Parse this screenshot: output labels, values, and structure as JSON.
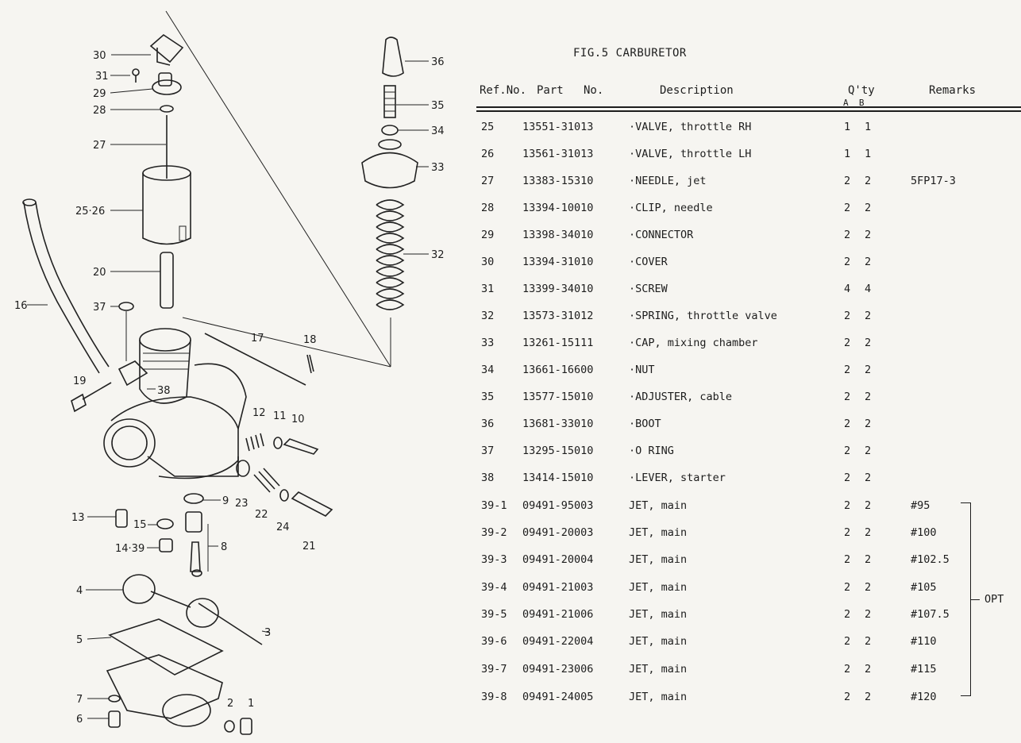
{
  "figure": {
    "title": "FIG.5  CARBURETOR"
  },
  "table": {
    "headers": {
      "ref": "Ref.No.",
      "part": "Part   No.",
      "description": "Description",
      "qty": "Q'ty",
      "qty_sub": "A  B",
      "remarks": "Remarks"
    },
    "rows": [
      {
        "ref": "25",
        "part": "13551-31013",
        "desc": "·VALVE, throttle RH",
        "qa": "1",
        "qb": "1",
        "rem": ""
      },
      {
        "ref": "26",
        "part": "13561-31013",
        "desc": "·VALVE, throttle LH",
        "qa": "1",
        "qb": "1",
        "rem": ""
      },
      {
        "ref": "27",
        "part": "13383-15310",
        "desc": "·NEEDLE, jet",
        "qa": "2",
        "qb": "2",
        "rem": "5FP17-3"
      },
      {
        "ref": "28",
        "part": "13394-10010",
        "desc": "·CLIP, needle",
        "qa": "2",
        "qb": "2",
        "rem": ""
      },
      {
        "ref": "29",
        "part": "13398-34010",
        "desc": "·CONNECTOR",
        "qa": "2",
        "qb": "2",
        "rem": ""
      },
      {
        "ref": "30",
        "part": "13394-31010",
        "desc": "·COVER",
        "qa": "2",
        "qb": "2",
        "rem": ""
      },
      {
        "ref": "31",
        "part": "13399-34010",
        "desc": "·SCREW",
        "qa": "4",
        "qb": "4",
        "rem": ""
      },
      {
        "ref": "32",
        "part": "13573-31012",
        "desc": "·SPRING, throttle valve",
        "qa": "2",
        "qb": "2",
        "rem": ""
      },
      {
        "ref": "33",
        "part": "13261-15111",
        "desc": "·CAP, mixing chamber",
        "qa": "2",
        "qb": "2",
        "rem": ""
      },
      {
        "ref": "34",
        "part": "13661-16600",
        "desc": "·NUT",
        "qa": "2",
        "qb": "2",
        "rem": ""
      },
      {
        "ref": "35",
        "part": "13577-15010",
        "desc": "·ADJUSTER, cable",
        "qa": "2",
        "qb": "2",
        "rem": ""
      },
      {
        "ref": "36",
        "part": "13681-33010",
        "desc": "·BOOT",
        "qa": "2",
        "qb": "2",
        "rem": ""
      },
      {
        "ref": "37",
        "part": "13295-15010",
        "desc": "·O RING",
        "qa": "2",
        "qb": "2",
        "rem": ""
      },
      {
        "ref": "38",
        "part": "13414-15010",
        "desc": "·LEVER, starter",
        "qa": "2",
        "qb": "2",
        "rem": ""
      },
      {
        "ref": "39-1",
        "part": "09491-95003",
        "desc": "JET, main",
        "qa": "2",
        "qb": "2",
        "rem": "#95"
      },
      {
        "ref": "39-2",
        "part": "09491-20003",
        "desc": "JET, main",
        "qa": "2",
        "qb": "2",
        "rem": "#100"
      },
      {
        "ref": "39-3",
        "part": "09491-20004",
        "desc": "JET, main",
        "qa": "2",
        "qb": "2",
        "rem": "#102.5"
      },
      {
        "ref": "39-4",
        "part": "09491-21003",
        "desc": "JET, main",
        "qa": "2",
        "qb": "2",
        "rem": "#105"
      },
      {
        "ref": "39-5",
        "part": "09491-21006",
        "desc": "JET, main",
        "qa": "2",
        "qb": "2",
        "rem": "#107.5"
      },
      {
        "ref": "39-6",
        "part": "09491-22004",
        "desc": "JET, main",
        "qa": "2",
        "qb": "2",
        "rem": "#110"
      },
      {
        "ref": "39-7",
        "part": "09491-23006",
        "desc": "JET, main",
        "qa": "2",
        "qb": "2",
        "rem": "#115"
      },
      {
        "ref": "39-8",
        "part": "09491-24005",
        "desc": "JET, main",
        "qa": "2",
        "qb": "2",
        "rem": "#120"
      }
    ],
    "opt_label": "OPT"
  },
  "diagram": {
    "callouts": [
      "30",
      "31",
      "29",
      "28",
      "27",
      "25·26",
      "20",
      "16",
      "37",
      "19",
      "38",
      "17",
      "18",
      "36",
      "35",
      "34",
      "33",
      "32",
      "12",
      "11",
      "10",
      "13",
      "9",
      "23",
      "22",
      "24",
      "21",
      "15",
      "14·39",
      "8",
      "4",
      "3",
      "5",
      "7",
      "6",
      "2",
      "1"
    ]
  }
}
